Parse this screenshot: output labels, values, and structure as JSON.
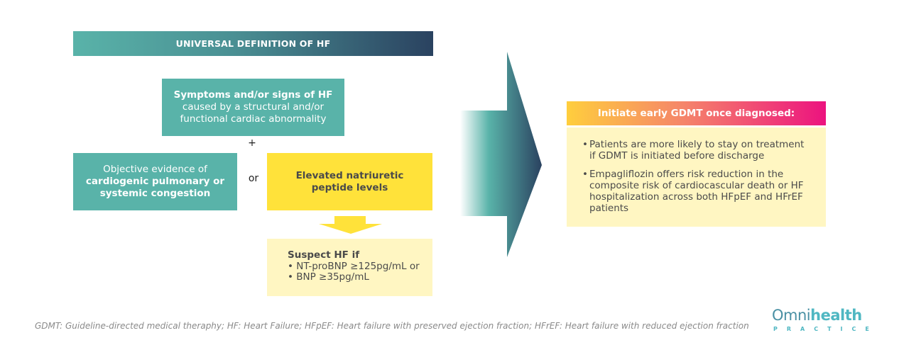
{
  "header": {
    "title": "UNIVERSAL DEFINITION OF HF"
  },
  "symptoms_box": {
    "line1": "Symptoms and/or signs of HF",
    "line2": "caused by a structural and/or",
    "line3": "functional cardiac abnormality"
  },
  "plus_label": "+",
  "objective_box": {
    "line1": "Objective evidence of",
    "line2": "cardiogenic pulmonary or",
    "line3": "systemic congestion"
  },
  "or_label": "or",
  "peptide_box": {
    "line1": "Elevated natriuretic",
    "line2": "peptide levels"
  },
  "suspect_box": {
    "title": "Suspect HF if",
    "items": [
      "• NT-proBNP ≥125pg/mL or",
      "• BNP ≥35pg/mL"
    ]
  },
  "gdmt": {
    "header": "Initiate early GDMT once diagnosed:",
    "bullet": "•",
    "items": [
      "Patients are more likely to stay on treatment if GDMT is initiated before discharge",
      "Empagliflozin offers risk reduction in the composite risk of cardiocascular death or HF hospitalization across both HFpEF and HFrEF patients"
    ]
  },
  "footnote": "GDMT: Guideline-directed medical theraphy; HF: Heart Failure; HFpEF: Heart failure with preserved ejection fraction; HFrEF: Heart failure with reduced ejection fraction",
  "logo": {
    "word_prefix": "Omni",
    "word_suffix": "health",
    "sub": "PRACTICE"
  },
  "colors": {
    "teal": "#59b3a9",
    "navy": "#2a4260",
    "yellow": "#ffe23a",
    "pale_yellow": "#fff6c2",
    "orange": "#ffce3d",
    "magenta": "#ec137f"
  }
}
